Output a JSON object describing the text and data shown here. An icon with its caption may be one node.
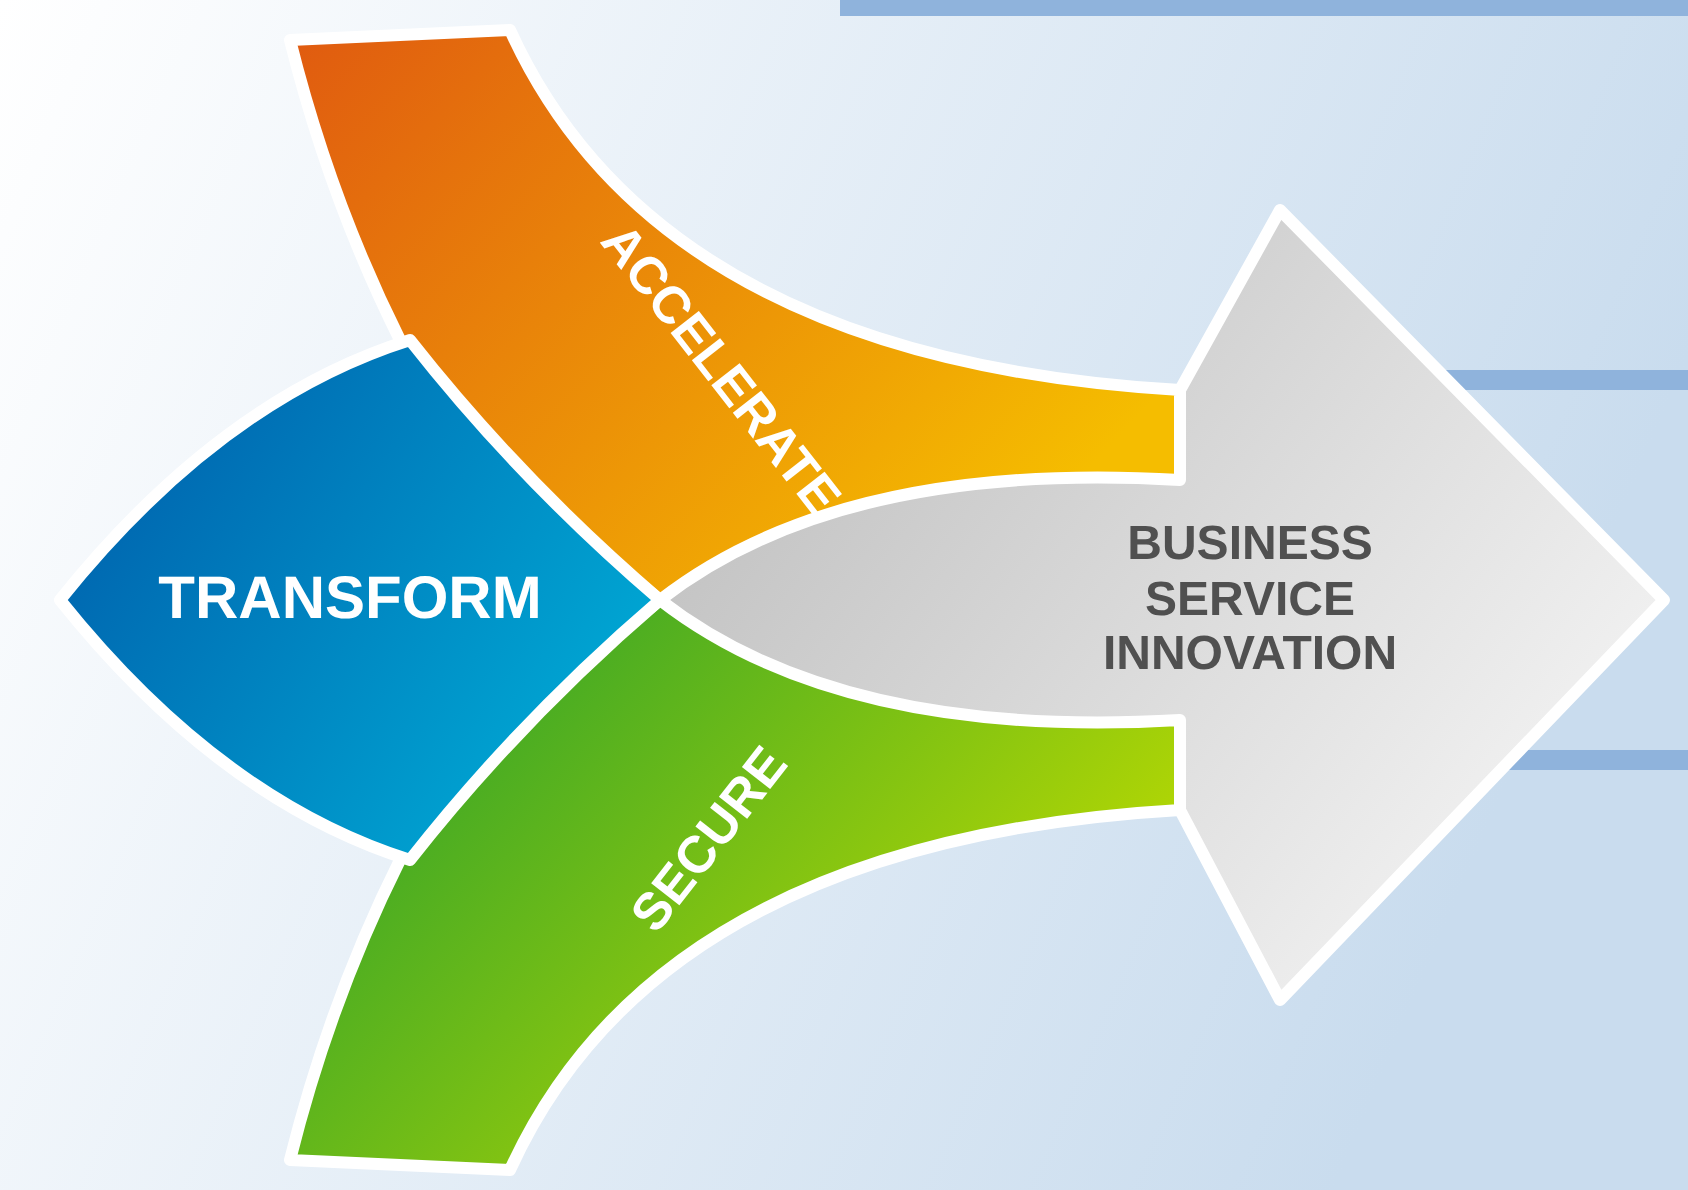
{
  "diagram": {
    "nodes": [
      {
        "text": [
          "TRANSFORM"
        ]
      },
      {
        "text": [
          "ACCELERATE"
        ]
      },
      {
        "text": [
          "SECURE"
        ]
      },
      {
        "text": [
          "BUSINESS SERVICE INNOVATION"
        ]
      }
    ]
  }
}
